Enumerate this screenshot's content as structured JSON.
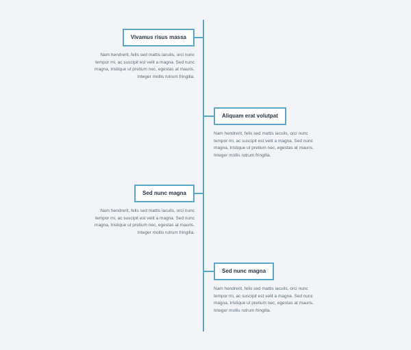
{
  "colors": {
    "background": "#f2f4f7",
    "accent": "#5aa6c6",
    "title_text": "#2a3440",
    "body_text": "#5f6b77"
  },
  "timeline": {
    "entries": [
      {
        "side": "left",
        "title": "Vivamus risus massa",
        "description": "Nam hendrerit, felis sed mattis iaculis, orci nunc tempor mi, ac suscipit est velit a magna. Sed nunc magna, tristique ut pretium nec, egestas at mauris. Integer mollis rutrum fringilla."
      },
      {
        "side": "right",
        "title": "Aliquam erat volutpat",
        "description": "Nam hendrerit, felis sed mattis iaculis, orci nunc tempor mi, ac suscipit est velit a magna. Sed nunc magna, tristique ut pretium nec, egestas at mauris. Integer mollis rutrum fringilla."
      },
      {
        "side": "left",
        "title": "Sed nunc magna",
        "description": "Nam hendrerit, felis sed mattis iaculis, orci nunc tempor mi, ac suscipit est velit a magna. Sed nunc magna, tristique ut pretium nec, egestas at mauris. Integer mollis rutrum fringilla."
      },
      {
        "side": "right",
        "title": "Sed nunc magna",
        "description": "Nam hendrerit, felis sed mattis iaculis, orci nunc tempor mi, ac suscipit est velit a magna. Sed nunc magna, tristique ut pretium nec, egestas at mauris. Integer mollis rutrum fringilla."
      }
    ]
  }
}
